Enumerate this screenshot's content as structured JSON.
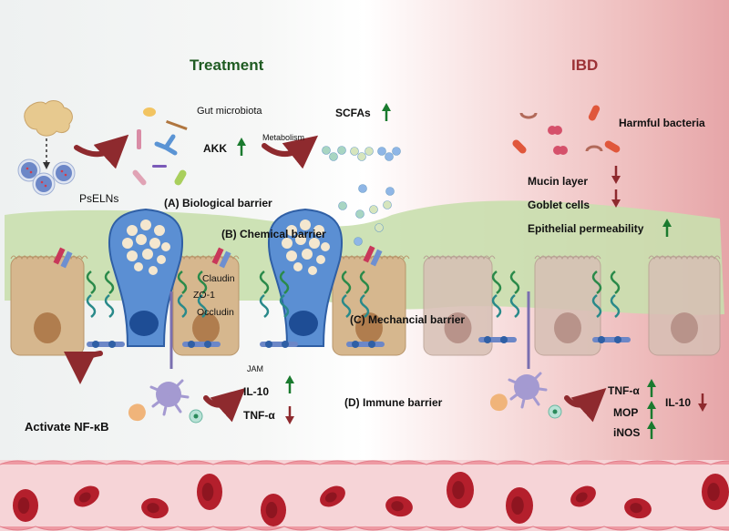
{
  "titles": {
    "treatment": "Treatment",
    "ibd": "IBD"
  },
  "treatment": {
    "source_label": "PsELNs",
    "microbiota_label": "Gut microbiota",
    "akk_label": "AKK",
    "akk_trend": "up",
    "metabolism_label": "Metabolism",
    "scfas_label": "SCFAs",
    "scfas_trend": "up",
    "barriers": {
      "a": "(A) Biological barrier",
      "b": "(B) Chemical barrier",
      "c": "(C) Mechancial barrier",
      "d": "(D) Immune barrier"
    },
    "junction_labels": {
      "claudin": "Claudin",
      "zo1": "ZO-1",
      "occludin": "Occludin",
      "jam": "JAM"
    },
    "cytokines": [
      {
        "label": "IL-10",
        "trend": "up"
      },
      {
        "label": "TNF-α",
        "trend": "down"
      }
    ],
    "nfkb_label": "Activate NF-κB"
  },
  "ibd": {
    "bacteria_label": "Harmful bacteria",
    "effects": [
      {
        "label": "Mucin layer",
        "trend": "down"
      },
      {
        "label": "Goblet cells",
        "trend": "down"
      },
      {
        "label": "Epithelial permeability",
        "trend": "up"
      }
    ],
    "cytokines_up": [
      {
        "label": "TNF-α",
        "trend": "up"
      },
      {
        "label": "MOP",
        "trend": "up"
      },
      {
        "label": "iNOS",
        "trend": "up"
      }
    ],
    "cytokines_down": [
      {
        "label": "IL-10",
        "trend": "down"
      }
    ]
  },
  "colors": {
    "treatment_title": "#1f5b22",
    "ibd_title": "#9c3135",
    "up_arrow": "#1a7a2e",
    "down_arrow": "#8e2a2e",
    "mucus": "#c9dfae",
    "epithelial_cell": "#d6b78e",
    "goblet_cell": "#5b8fd3",
    "red_blood_cell": "#b41f2c",
    "vessel": "#f3c8cb"
  }
}
